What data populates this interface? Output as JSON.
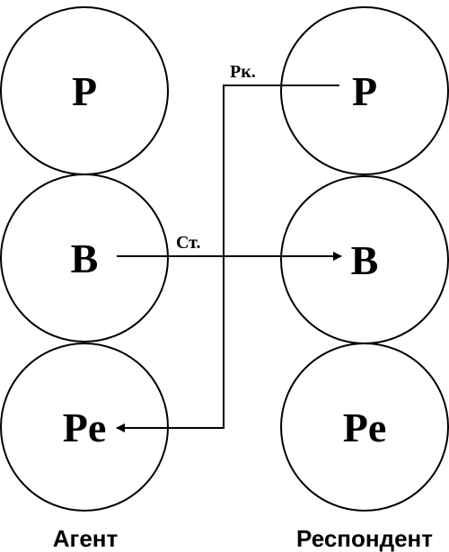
{
  "agent": {
    "caption": "Агент",
    "states": {
      "parent": "P",
      "adult": "B",
      "child": "Pe"
    }
  },
  "respondent": {
    "caption": "Респондент",
    "states": {
      "parent": "P",
      "adult": "B",
      "child": "Pe"
    }
  },
  "transactions": {
    "stimulus_label": "Ст.",
    "response_label": "Рк."
  }
}
